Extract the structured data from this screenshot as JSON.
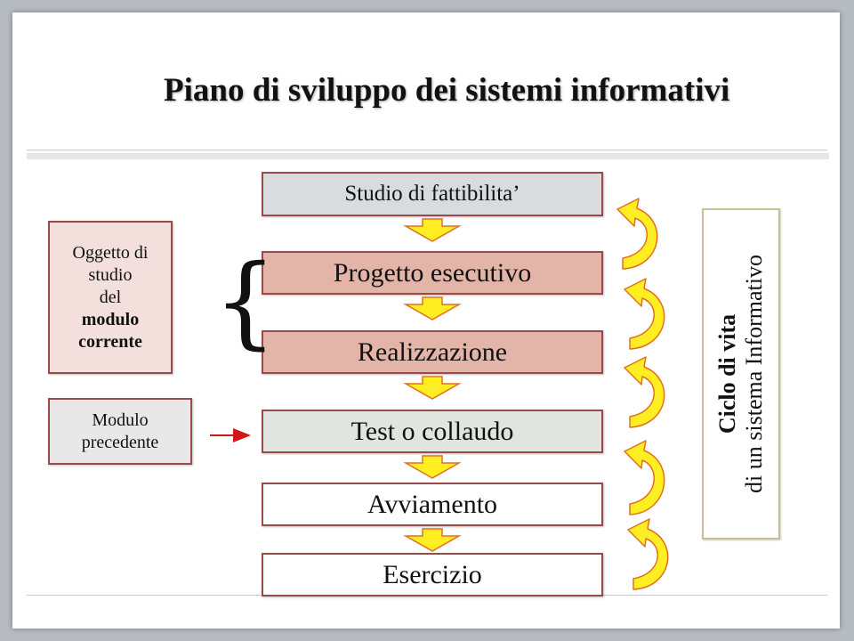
{
  "title": "Piano di sviluppo dei sistemi informativi",
  "steps": [
    "Studio di fattibilita’",
    "Progetto esecutivo",
    "Realizzazione",
    "Test o collaudo",
    "Avviamento",
    "Esercizio"
  ],
  "side_box_1": {
    "lines": [
      "Oggetto di",
      "studio",
      "del"
    ],
    "bold_lines": [
      "modulo",
      "corrente"
    ]
  },
  "side_box_2": {
    "lines": [
      "Modulo",
      "precedente"
    ]
  },
  "brace_glyph": "{",
  "lifecycle": {
    "bold": "Ciclo di vita",
    "normal": "di un sistema Informativo"
  },
  "colors": {
    "step_border": "#9b4a4a",
    "arrow_fill": "#ffee22",
    "arrow_stroke": "#e07020",
    "red_arrow": "#d01818"
  }
}
